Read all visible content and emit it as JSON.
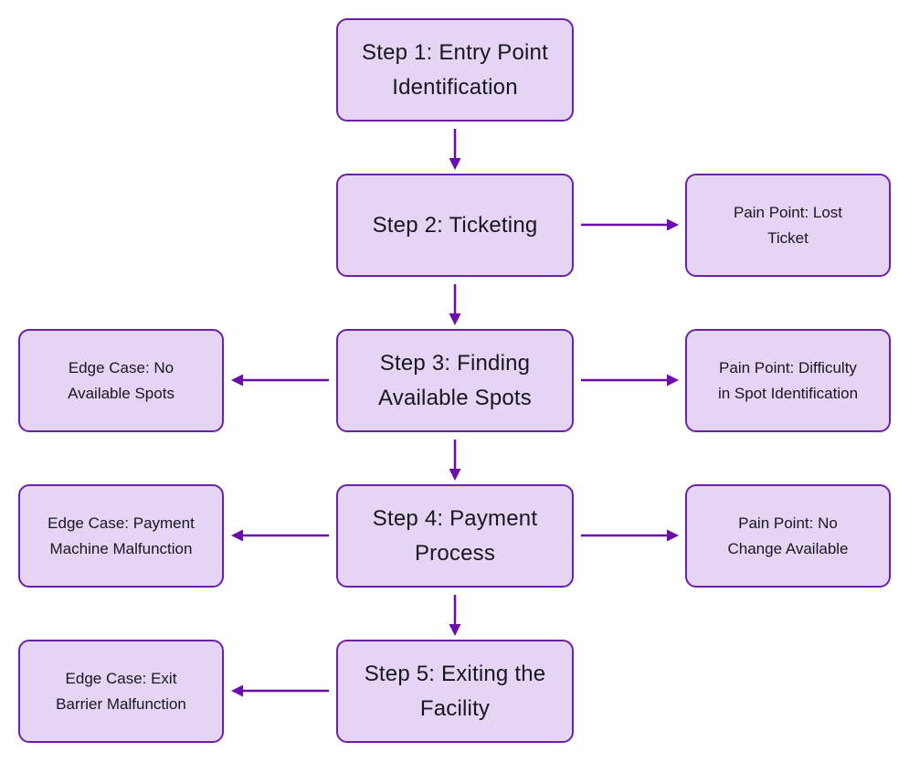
{
  "diagram": {
    "type": "flowchart",
    "colors": {
      "background": "#ffffff",
      "node_fill": "#e6d4f5",
      "node_border": "#6b21a8",
      "arrow": "#6a0dad",
      "text": "#17171f"
    },
    "nodes": {
      "step1": {
        "label": "Step 1: Entry Point\nIdentification"
      },
      "step2": {
        "label": "Step 2: Ticketing"
      },
      "step3": {
        "label": "Step 3: Finding\nAvailable Spots"
      },
      "step4": {
        "label": "Step 4: Payment\nProcess"
      },
      "step5": {
        "label": "Step 5: Exiting the\nFacility"
      },
      "pain_point_step2": {
        "label": "Pain Point: Lost\nTicket"
      },
      "edge_case_step3": {
        "label": "Edge Case: No\nAvailable Spots"
      },
      "pain_point_step3": {
        "label": "Pain Point: Difficulty\nin Spot Identification"
      },
      "edge_case_step4": {
        "label": "Edge Case: Payment\nMachine Malfunction"
      },
      "pain_point_step4": {
        "label": "Pain Point: No\nChange Available"
      },
      "edge_case_step5": {
        "label": "Edge Case: Exit\nBarrier Malfunction"
      }
    },
    "connections": [
      {
        "from": "step1",
        "to": "step2",
        "direction": "down"
      },
      {
        "from": "step2",
        "to": "step3",
        "direction": "down"
      },
      {
        "from": "step3",
        "to": "step4",
        "direction": "down"
      },
      {
        "from": "step4",
        "to": "step5",
        "direction": "down"
      },
      {
        "from": "step2",
        "to": "pain_point_step2",
        "direction": "right"
      },
      {
        "from": "step3",
        "to": "pain_point_step3",
        "direction": "right"
      },
      {
        "from": "step4",
        "to": "pain_point_step4",
        "direction": "right"
      },
      {
        "from": "step3",
        "to": "edge_case_step3",
        "direction": "left"
      },
      {
        "from": "step4",
        "to": "edge_case_step4",
        "direction": "left"
      },
      {
        "from": "step5",
        "to": "edge_case_step5",
        "direction": "left"
      }
    ]
  }
}
